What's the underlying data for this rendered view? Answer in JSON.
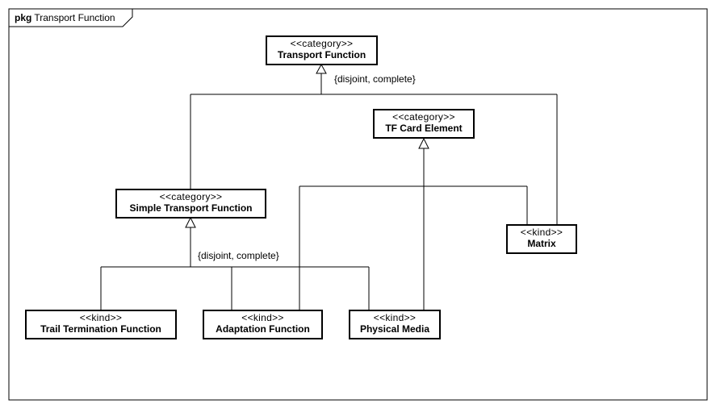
{
  "package": {
    "keyword": "pkg",
    "name": "Transport Function"
  },
  "classes": [
    {
      "id": "transport-function",
      "stereotype": "<<category>>",
      "name": "Transport Function"
    },
    {
      "id": "tf-card-element",
      "stereotype": "<<category>>",
      "name": "TF Card Element"
    },
    {
      "id": "simple-transport-function",
      "stereotype": "<<category>>",
      "name": "Simple Transport Function"
    },
    {
      "id": "matrix",
      "stereotype": "<<kind>>",
      "name": "Matrix"
    },
    {
      "id": "trail-termination-function",
      "stereotype": "<<kind>>",
      "name": "Trail Termination Function"
    },
    {
      "id": "adaptation-function",
      "stereotype": "<<kind>>",
      "name": "Adaptation Function"
    },
    {
      "id": "physical-media",
      "stereotype": "<<kind>>",
      "name": "Physical Media"
    }
  ],
  "constraints": [
    {
      "id": "tf-generalization-set",
      "text": "{disjoint, complete}"
    },
    {
      "id": "stf-generalization-set",
      "text": "{disjoint, complete}"
    }
  ],
  "generalizations": [
    {
      "general": "transport-function",
      "specifics": [
        "simple-transport-function",
        "matrix"
      ]
    },
    {
      "general": "tf-card-element",
      "specifics": [
        "adaptation-function",
        "physical-media",
        "matrix"
      ]
    },
    {
      "general": "simple-transport-function",
      "specifics": [
        "trail-termination-function",
        "adaptation-function",
        "physical-media"
      ]
    }
  ]
}
